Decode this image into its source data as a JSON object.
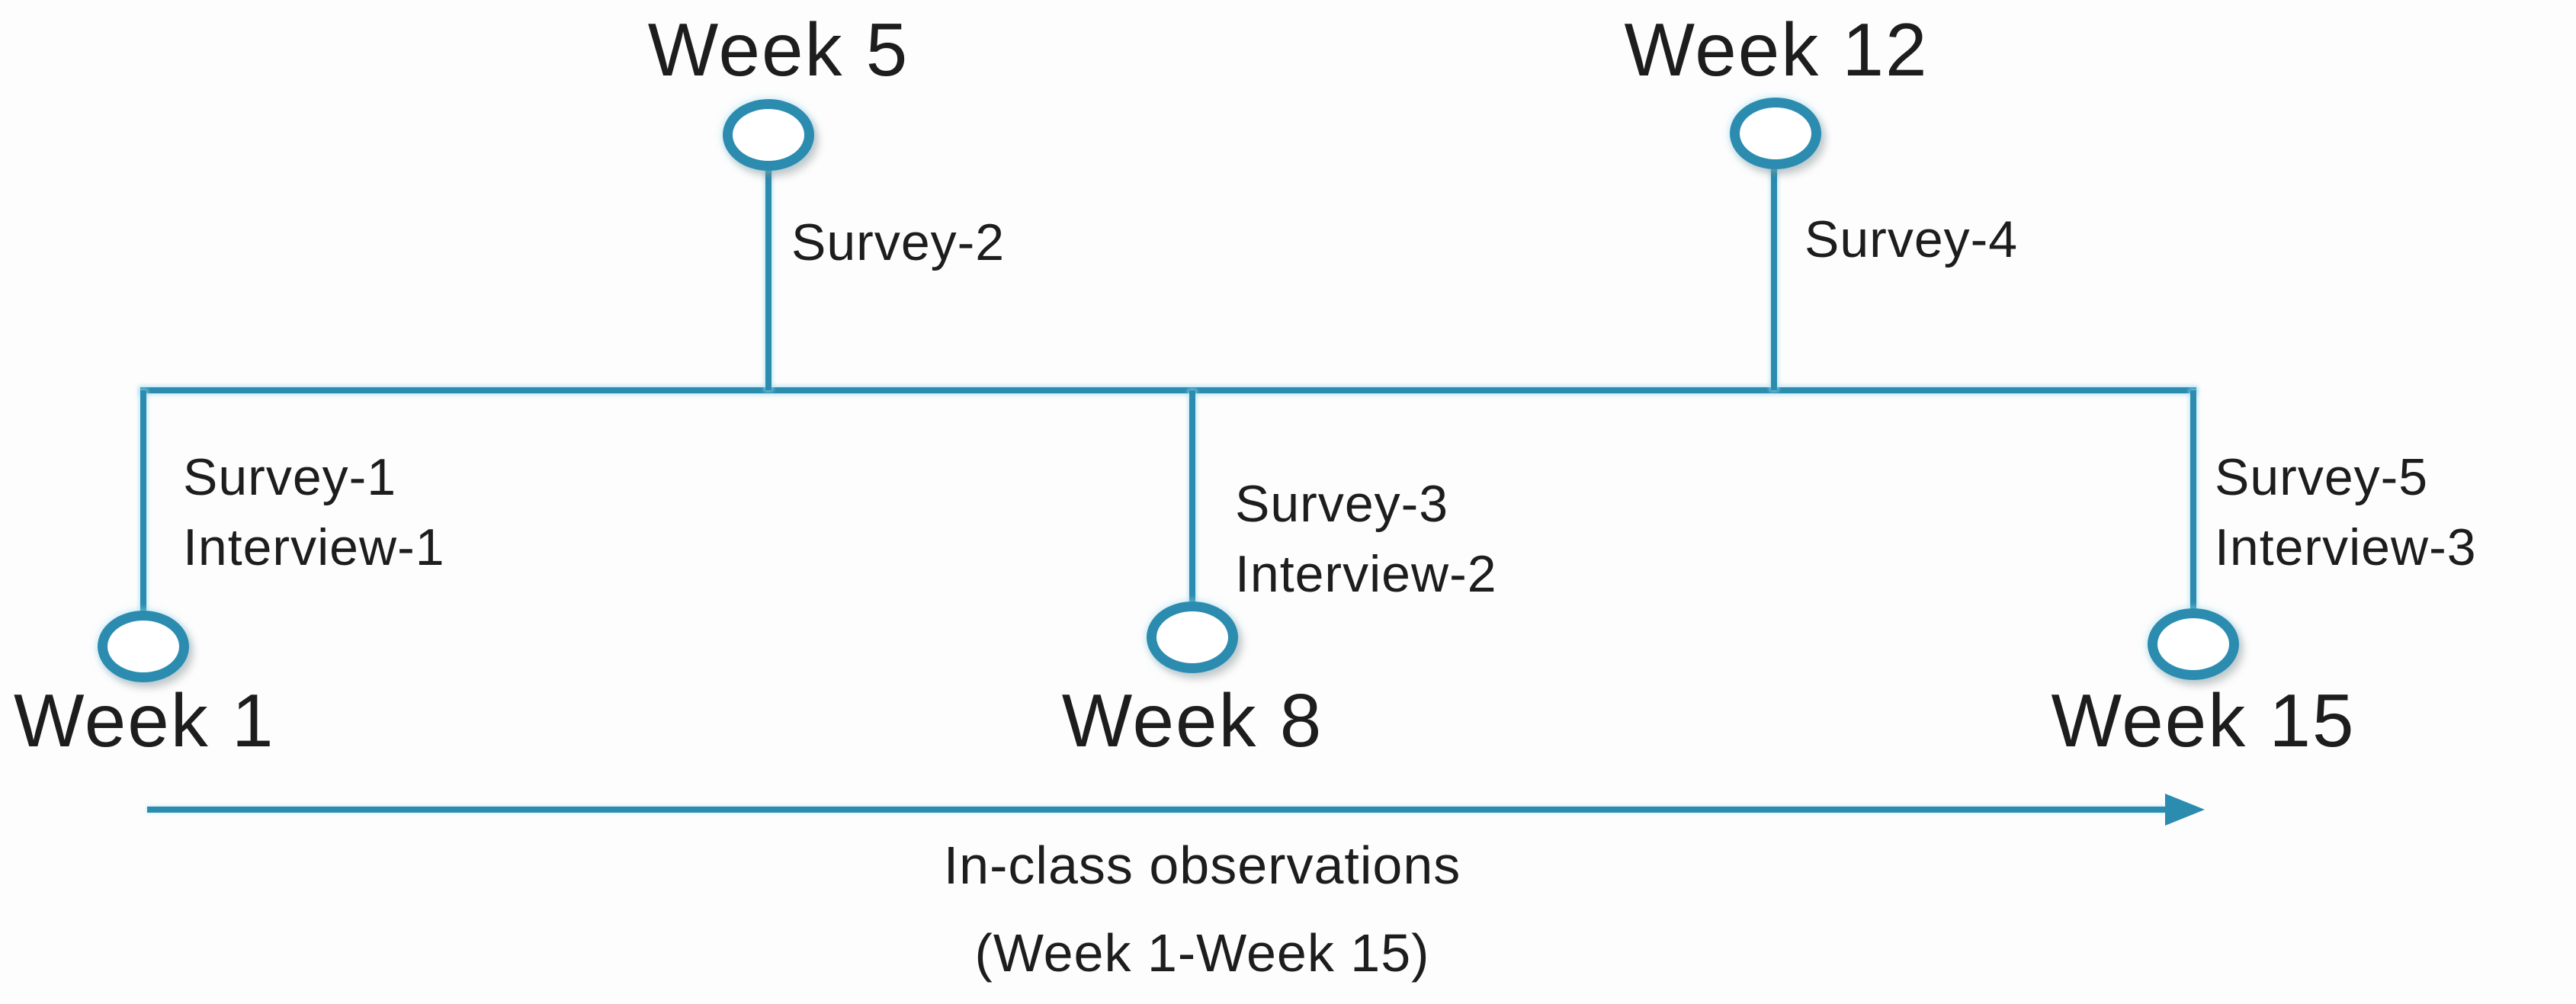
{
  "colors": {
    "accent": "#2b8cb0",
    "halo": "#a5def0",
    "text": "#1d1d1d",
    "background": "#fdfdfd"
  },
  "milestones": [
    {
      "week": "Week 1",
      "side": "bottom",
      "events": [
        "Survey-1",
        "Interview-1"
      ]
    },
    {
      "week": "Week 5",
      "side": "top",
      "events": [
        "Survey-2"
      ]
    },
    {
      "week": "Week 8",
      "side": "bottom",
      "events": [
        "Survey-3",
        "Interview-2"
      ]
    },
    {
      "week": "Week 12",
      "side": "top",
      "events": [
        "Survey-4"
      ]
    },
    {
      "week": "Week 15",
      "side": "bottom",
      "events": [
        "Survey-5",
        "Interview-3"
      ]
    }
  ],
  "caption": {
    "line1": "In-class observations",
    "line2": "(Week 1-Week 15)"
  }
}
